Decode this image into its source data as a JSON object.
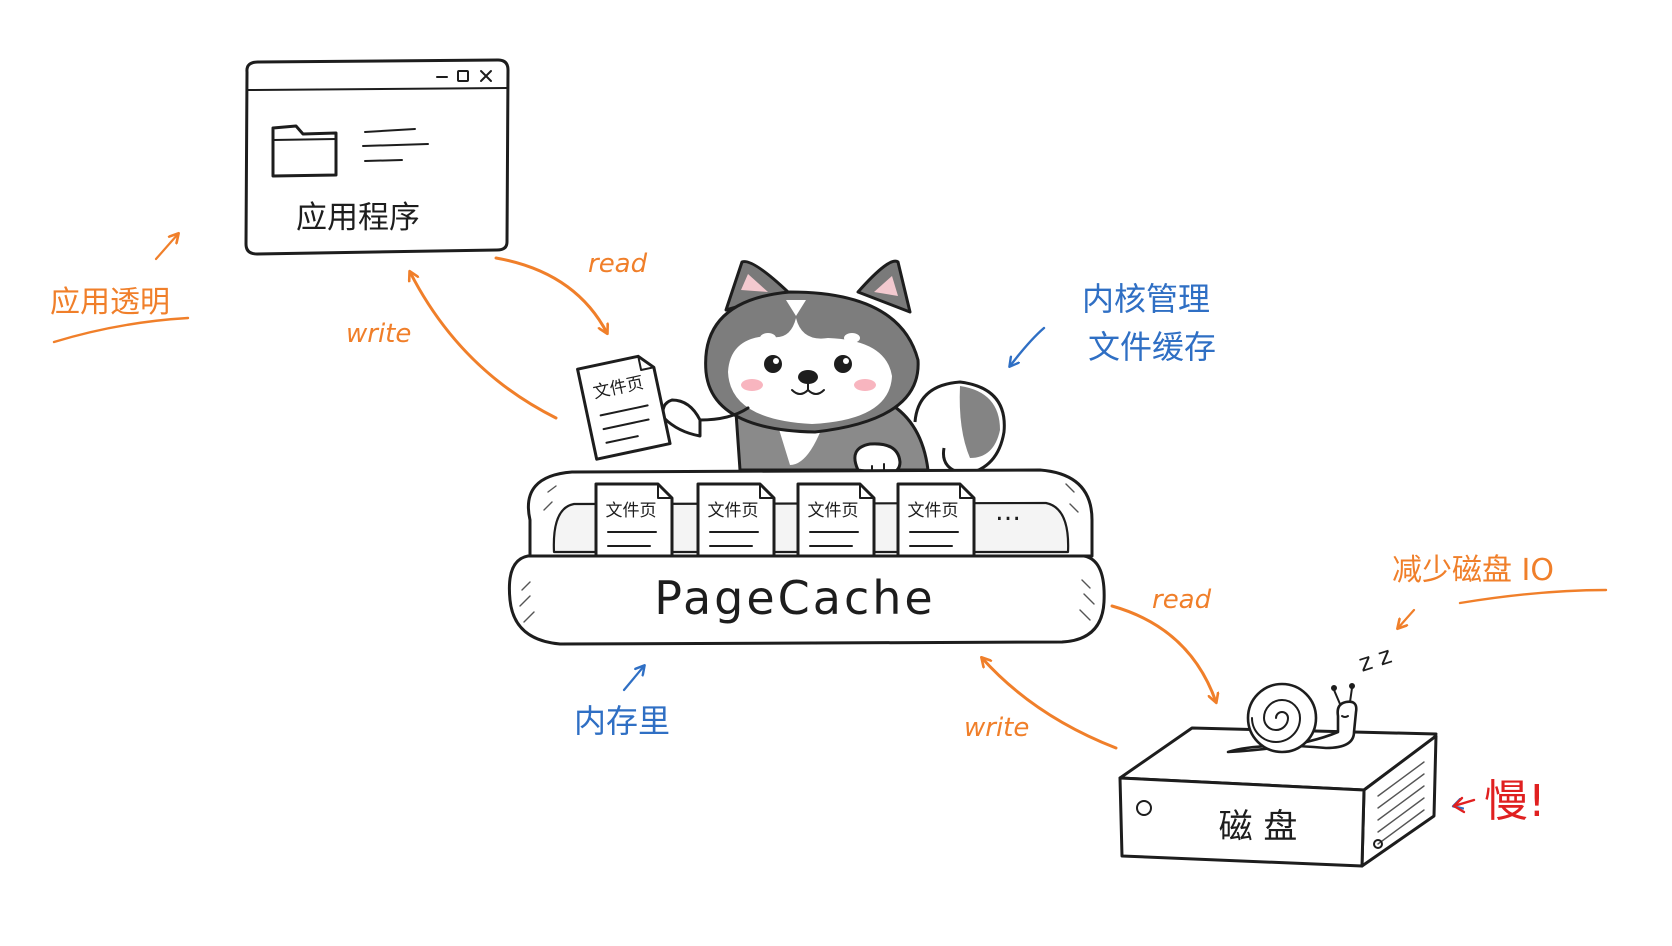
{
  "colors": {
    "ink": "#1d1d1d",
    "orange": "#f07f2a",
    "blue": "#2f6fc4",
    "red": "#e02020",
    "blush": "#f7a8b4"
  },
  "app_window": {
    "label": "应用程序",
    "controls": [
      "–",
      "□",
      "×"
    ],
    "icons": [
      "folder-icon",
      "text-lines-icon"
    ]
  },
  "cache": {
    "label": "PageCache",
    "held_page": "文件页",
    "pages": [
      "文件页",
      "文件页",
      "文件页",
      "文件页"
    ],
    "more": "…"
  },
  "disk": {
    "label": "磁 盘",
    "snooze": "z z"
  },
  "arrows": {
    "app_read": "read",
    "app_write": "write",
    "disk_read": "read",
    "disk_write": "write"
  },
  "annotations": {
    "app_transparent": "应用透明",
    "kernel_line1": "内核管理",
    "kernel_line2": "文件缓存",
    "in_memory": "内存里",
    "reduce_io": "减少磁盘 IO",
    "slow": "慢!"
  }
}
